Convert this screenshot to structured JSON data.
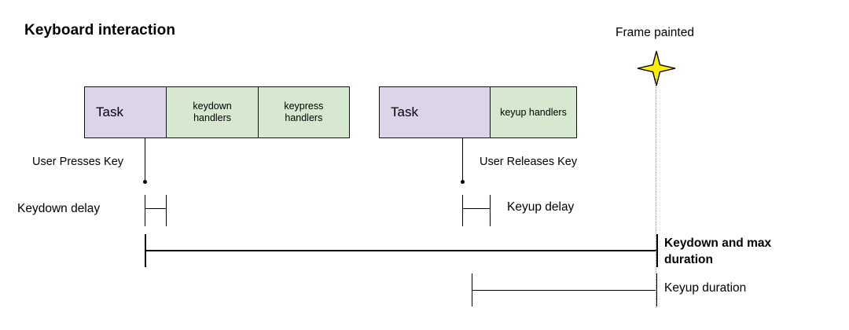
{
  "diagram": {
    "title": "Keyboard interaction",
    "colors": {
      "task_fill": "#ddd4ea",
      "handler_fill": "#d7e8d0",
      "stroke": "#111111",
      "star_fill": "#ffee00",
      "star_stroke": "#000000",
      "dotted_line": "#8d8d8d"
    }
  },
  "timeline": {
    "groups": [
      {
        "name": "keydown-group",
        "cells": [
          {
            "label": "Task",
            "kind": "task"
          },
          {
            "label": "keydown handlers",
            "kind": "handler",
            "line1": "keydown",
            "line2": "handlers"
          },
          {
            "label": "keypress handlers",
            "kind": "handler",
            "line1": "keypress",
            "line2": "handlers"
          }
        ]
      },
      {
        "name": "keyup-group",
        "cells": [
          {
            "label": "Task",
            "kind": "task"
          },
          {
            "label": "keyup handlers",
            "kind": "handler",
            "line1": "keyup handlers",
            "line2": ""
          }
        ]
      }
    ]
  },
  "events": {
    "press": {
      "label": "User Presses Key"
    },
    "release": {
      "label": "User Releases Key"
    }
  },
  "measures": {
    "keydown_delay": {
      "label": "Keydown delay"
    },
    "keyup_delay": {
      "label": "Keyup delay"
    },
    "keydown_max_duration": {
      "label": "Keydown and max duration"
    },
    "keyup_duration": {
      "label": "Keyup duration"
    }
  },
  "frame": {
    "label": "Frame painted",
    "icon": "four-point-star-icon"
  }
}
